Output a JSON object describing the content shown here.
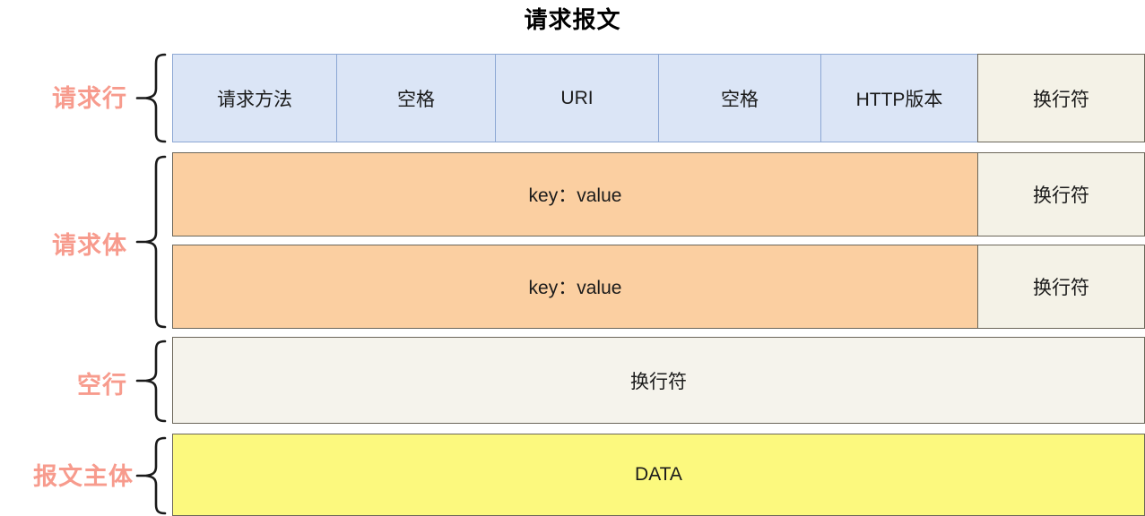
{
  "title": "请求报文",
  "colors": {
    "label": "#f79b8d",
    "blue_cell": "#dbe5f6",
    "blue_border": "#8ca7d4",
    "orange_cell": "#fbcfa1",
    "cream_cell": "#f4f2e7",
    "yellow_cell": "#fcf97e",
    "dark_border": "#6b6659",
    "text": "#1b1b1b"
  },
  "groups": [
    {
      "id": "request-line",
      "label": "请求行"
    },
    {
      "id": "request-body",
      "label": "请求体"
    },
    {
      "id": "empty-line",
      "label": "空行"
    },
    {
      "id": "message-body",
      "label": "报文主体"
    }
  ],
  "rows": {
    "request_line": {
      "cells": [
        {
          "text": "请求方法",
          "style": "blue"
        },
        {
          "text": "空格",
          "style": "blue"
        },
        {
          "text": "URI",
          "style": "blue"
        },
        {
          "text": "空格",
          "style": "blue"
        },
        {
          "text": "HTTP版本",
          "style": "blue"
        },
        {
          "text": "换行符",
          "style": "cream"
        }
      ]
    },
    "header_1": {
      "key_value": "key：value",
      "newline": "换行符"
    },
    "header_2": {
      "key_value": "key：value",
      "newline": "换行符"
    },
    "empty_line": {
      "text": "换行符"
    },
    "message_body": {
      "text": "DATA"
    }
  }
}
